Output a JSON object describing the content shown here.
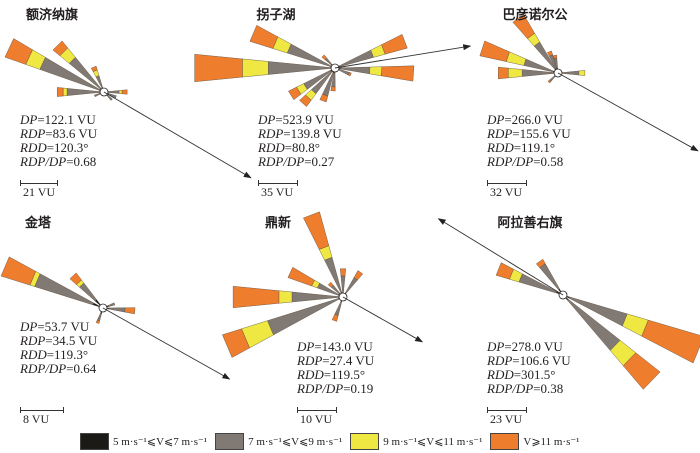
{
  "colors": {
    "black": "#1c1a17",
    "gray": "#817a74",
    "yellow": "#efe843",
    "orange": "#ef7d2e"
  },
  "legend": [
    {
      "label": "5 m·s⁻¹⩽V⩽7 m·s⁻¹",
      "color_key": "black"
    },
    {
      "label": "7 m·s⁻¹⩽V⩽9 m·s⁻¹",
      "color_key": "gray"
    },
    {
      "label": "9 m·s⁻¹⩽V⩽11 m·s⁻¹",
      "color_key": "yellow"
    },
    {
      "label": "V⩾11 m·s⁻¹",
      "color_key": "orange"
    }
  ],
  "panels": [
    {
      "title": "额济纳旗",
      "rdd_deg": 120.3,
      "scale_vu": 21,
      "scale_label": "21 VU",
      "stats": [
        {
          "label": "DP",
          "value": "=122.1 VU"
        },
        {
          "label": "RDP",
          "value": "=83.6 VU"
        },
        {
          "label": "RDD",
          "value": "=120.3°"
        },
        {
          "label": "RDP/DP",
          "value": "=0.68"
        }
      ],
      "petals": [
        {
          "dir": 295,
          "v": [
            0.6,
            35.0,
            8.3,
            12.2
          ]
        },
        {
          "dir": 315,
          "v": [
            0.6,
            22.2,
            6.7,
            5.0
          ]
        },
        {
          "dir": 337.5,
          "v": [
            0.6,
            6.7,
            3.3,
            2.2
          ]
        },
        {
          "dir": 270,
          "v": [
            0.6,
            17.8,
            2.2,
            3.3
          ]
        },
        {
          "dir": 90,
          "v": [
            0.6,
            5.6,
            1.7,
            2.8
          ]
        },
        {
          "dir": 112.5,
          "v": [
            0.6,
            4.4,
            0,
            0
          ]
        },
        {
          "dir": 135,
          "v": [
            0.6,
            3.3,
            0,
            0
          ]
        },
        {
          "dir": 247.5,
          "v": [
            0.6,
            2.8,
            0,
            0
          ]
        }
      ]
    },
    {
      "title": "拐子湖",
      "rdd_deg": 80.8,
      "scale_vu": 35,
      "scale_label": "35 VU",
      "stats": [
        {
          "label": "DP",
          "value": "=523.9 VU"
        },
        {
          "label": "RDP",
          "value": "=139.8 VU"
        },
        {
          "label": "RDD",
          "value": "=80.8°"
        },
        {
          "label": "RDP/DP",
          "value": "=0.27"
        }
      ],
      "petals": [
        {
          "dir": 270,
          "v": [
            0.9,
            54.4,
            22.8,
            42.1
          ]
        },
        {
          "dir": 293,
          "v": [
            0.9,
            39.5,
            13.2,
            21.1
          ]
        },
        {
          "dir": 69,
          "v": [
            0.9,
            30.7,
            10.5,
            20.2
          ]
        },
        {
          "dir": 94,
          "v": [
            0.9,
            26.3,
            10.5,
            28.1
          ]
        },
        {
          "dir": 238,
          "v": [
            0.9,
            26.3,
            7.0,
            7.9
          ]
        },
        {
          "dir": 222,
          "v": [
            0.9,
            23.7,
            7.0,
            7.0
          ]
        },
        {
          "dir": 200,
          "v": [
            0.9,
            21.1,
            0,
            5.3
          ]
        },
        {
          "dir": 185,
          "v": [
            0.9,
            12.3,
            0,
            3.5
          ]
        },
        {
          "dir": 315,
          "v": [
            0.9,
            7.0,
            0,
            3.5
          ]
        },
        {
          "dir": 112.5,
          "v": [
            0.9,
            8.8,
            0,
            1.8
          ]
        }
      ]
    },
    {
      "title": "巴彦诺尔公",
      "rdd_deg": 119.1,
      "scale_vu": 32,
      "scale_label": "32 VU",
      "stats": [
        {
          "label": "DP",
          "value": "=266.0 VU"
        },
        {
          "label": "RDP",
          "value": "=155.6 VU"
        },
        {
          "label": "RDD",
          "value": "=119.1°"
        },
        {
          "label": "RDP/DP",
          "value": "=0.58"
        }
      ],
      "petals": [
        {
          "dir": 288,
          "v": [
            0.8,
            24.0,
            14.4,
            21.6
          ]
        },
        {
          "dir": 324,
          "v": [
            0.8,
            24.8,
            8.0,
            17.6
          ]
        },
        {
          "dir": 270,
          "v": [
            0.8,
            24.8,
            11.2,
            8.0
          ]
        },
        {
          "dir": 338,
          "v": [
            0.8,
            11.2,
            0,
            3.2
          ]
        },
        {
          "dir": 350,
          "v": [
            0.8,
            8.0,
            0,
            2.4
          ]
        },
        {
          "dir": 90,
          "v": [
            0.8,
            12.8,
            4.8,
            0
          ]
        },
        {
          "dir": 225,
          "v": [
            0.8,
            4.8,
            0,
            1.6
          ]
        }
      ]
    },
    {
      "title": "金塔",
      "rdd_deg": 119.3,
      "scale_vu": 8,
      "scale_label": "8 VU",
      "stats": [
        {
          "label": "DP",
          "value": "=53.7 VU"
        },
        {
          "label": "RDP",
          "value": "=34.5 VU"
        },
        {
          "label": "RDD",
          "value": "=119.3°"
        },
        {
          "label": "RDP/DP",
          "value": "=0.64"
        }
      ],
      "petals": [
        {
          "dir": 293,
          "v": [
            1.2,
            11.1,
            0.9,
            5.5
          ]
        },
        {
          "dir": 317,
          "v": [
            1.2,
            3.8,
            0.7,
            1.6
          ]
        },
        {
          "dir": 95,
          "v": [
            0.4,
            2.9,
            0,
            1.8
          ]
        },
        {
          "dir": 200,
          "v": [
            0.4,
            1.3,
            0,
            0.5
          ]
        },
        {
          "dir": 70,
          "v": [
            0.4,
            1.1,
            0,
            0
          ]
        }
      ]
    },
    {
      "title": "鼎新",
      "rdd_deg": 119.5,
      "scale_vu": 10,
      "scale_label": "10 VU",
      "stats": [
        {
          "label": "DP",
          "value": "=143.0 VU"
        },
        {
          "label": "RDP",
          "value": "=27.4 VU"
        },
        {
          "label": "RDD",
          "value": "=119.5°"
        },
        {
          "label": "RDP/DP",
          "value": "=0.19"
        }
      ],
      "petals": [
        {
          "dir": 339,
          "v": [
            0.3,
            9.0,
            3.0,
            8.8
          ]
        },
        {
          "dir": 295,
          "v": [
            0.3,
            5.5,
            1.5,
            6.3
          ]
        },
        {
          "dir": 270,
          "v": [
            0.3,
            11.5,
            3.3,
            11.5
          ]
        },
        {
          "dir": 247,
          "v": [
            0.3,
            18.5,
            6.8,
            5.0
          ]
        },
        {
          "dir": 0,
          "v": [
            0.3,
            4.0,
            0,
            1.8
          ]
        },
        {
          "dir": 35,
          "v": [
            0.3,
            4.3,
            0,
            2.0
          ]
        },
        {
          "dir": 200,
          "v": [
            0.3,
            3.5,
            0,
            1.5
          ]
        },
        {
          "dir": 315,
          "v": [
            0.3,
            2.5,
            0,
            1.0
          ]
        }
      ]
    },
    {
      "title": "阿拉善右旗",
      "rdd_deg": 301.5,
      "scale_vu": 23,
      "scale_label": "23 VU",
      "stats": [
        {
          "label": "DP",
          "value": "=278.0 VU"
        },
        {
          "label": "RDP",
          "value": "=106.6 VU"
        },
        {
          "label": "RDD",
          "value": "=301.5°"
        },
        {
          "label": "RDP/DP",
          "value": "=0.38"
        }
      ],
      "petals": [
        {
          "dir": 112,
          "v": [
            1.7,
            34.5,
            12.6,
            33.3
          ]
        },
        {
          "dir": 134,
          "v": [
            1.7,
            37.9,
            11.5,
            17.8
          ]
        },
        {
          "dir": 292,
          "v": [
            1.7,
            22.4,
            5.7,
            8.0
          ]
        },
        {
          "dir": 325,
          "v": [
            1.7,
            16.7,
            0,
            2.9
          ]
        }
      ]
    }
  ]
}
